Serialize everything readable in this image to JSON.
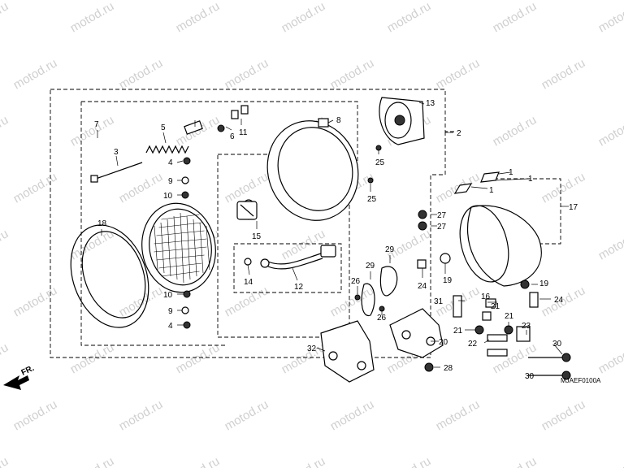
{
  "watermark": "motod.ru",
  "diagram_code": "MJAEF0100A",
  "direction_label": "FR.",
  "callouts": [
    "1",
    "1",
    "1",
    "2",
    "3",
    "4",
    "4",
    "5",
    "6",
    "7",
    "8",
    "9",
    "9",
    "10",
    "10",
    "11",
    "12",
    "13",
    "14",
    "15",
    "16",
    "17",
    "18",
    "19",
    "19",
    "20",
    "21",
    "21",
    "21",
    "22",
    "23",
    "24",
    "24",
    "25",
    "25",
    "26",
    "26",
    "27",
    "27",
    "28",
    "29",
    "29",
    "30",
    "30",
    "31",
    "32"
  ]
}
